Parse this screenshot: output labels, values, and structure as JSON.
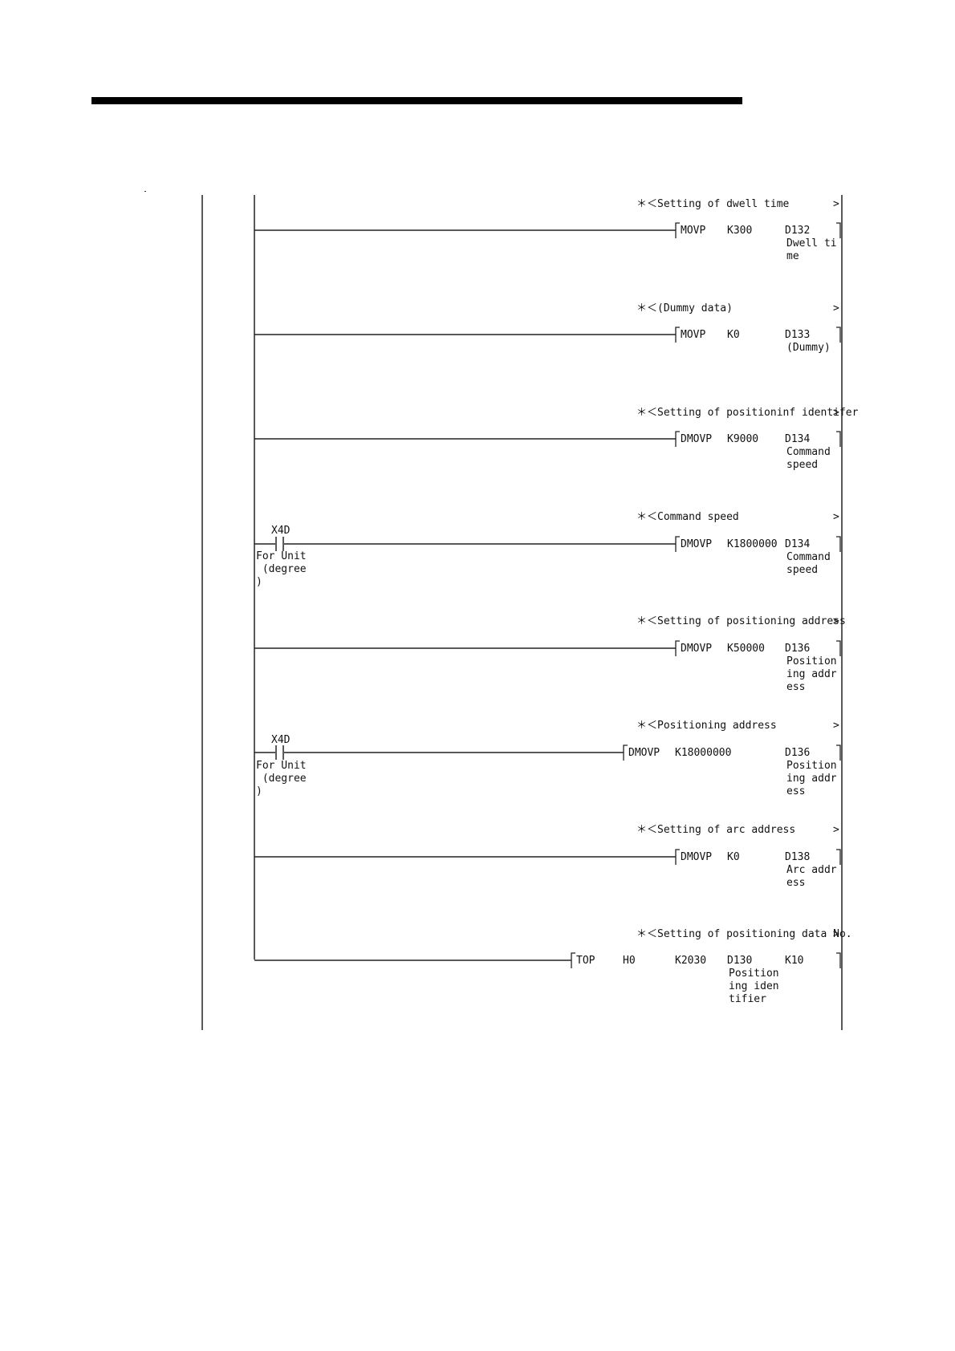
{
  "rungs": [
    {
      "comment": "＊＜Setting of dwell time",
      "instruction": "MOVP",
      "operand1": "K300",
      "operand2": "D132",
      "device_comment": [
        "Dwell ti",
        "me"
      ]
    },
    {
      "comment": "＊＜(Dummy data)",
      "instruction": "MOVP",
      "operand1": "K0",
      "operand2": "D133",
      "device_comment": [
        "(Dummy)"
      ]
    },
    {
      "comment": "＊＜Setting of positioninf identifer",
      "instruction": "DMOVP",
      "operand1": "K9000",
      "operand2": "D134",
      "device_comment": [
        "Command",
        "speed"
      ]
    },
    {
      "comment": "＊＜Command speed",
      "contact": {
        "device": "X4D",
        "comment": [
          "For Unit",
          " (degree",
          ")"
        ]
      },
      "instruction": "DMOVP",
      "operand1": "K1800000",
      "operand2": "D134",
      "device_comment": [
        "Command",
        "speed"
      ]
    },
    {
      "comment": "＊＜Setting of positioning address",
      "instruction": "DMOVP",
      "operand1": "K50000",
      "operand2": "D136",
      "device_comment": [
        "Position",
        "ing addr",
        "ess"
      ]
    },
    {
      "comment": "＊＜Positioning address",
      "contact": {
        "device": "X4D",
        "comment": [
          "For Unit",
          " (degree",
          ")"
        ]
      },
      "instruction": "DMOVP",
      "operand1": "K18000000",
      "operand2": "D136",
      "device_comment": [
        "Position",
        "ing addr",
        "ess"
      ]
    },
    {
      "comment": "＊＜Setting of arc address",
      "instruction": "DMOVP",
      "operand1": "K0",
      "operand2": "D138",
      "device_comment": [
        "Arc addr",
        "ess"
      ]
    },
    {
      "comment": "＊＜Setting of positioning data No.",
      "instruction": "TOP",
      "operand1": "H0",
      "operand2": "K2030",
      "operand3": "D130",
      "operand4": "K10",
      "device_comment": [
        "Position",
        "ing iden",
        "tifier"
      ]
    }
  ]
}
